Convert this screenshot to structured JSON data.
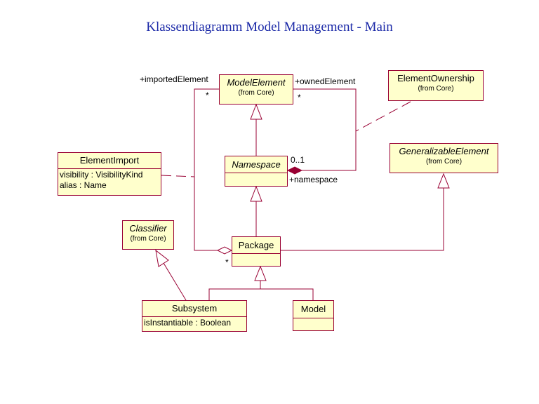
{
  "title": "Klassendiagramm Model Management - Main",
  "colors": {
    "box_fill": "#ffffcc",
    "line": "#990033",
    "title": "#1c2aa8"
  },
  "classes": {
    "model_element": {
      "name": "ModelElement",
      "from": "(from Core)"
    },
    "element_ownership": {
      "name": "ElementOwnership",
      "from": "(from Core)"
    },
    "element_import": {
      "name": "ElementImport",
      "attr1": "visibility : VisibilityKind",
      "attr2": "alias : Name"
    },
    "namespace": {
      "name": "Namespace"
    },
    "generalizable_element": {
      "name": "GeneralizableElement",
      "from": "(from Core)"
    },
    "classifier": {
      "name": "Classifier",
      "from": "(from Core)"
    },
    "package": {
      "name": "Package"
    },
    "subsystem": {
      "name": "Subsystem",
      "attr1": "isInstantiable : Boolean"
    },
    "model": {
      "name": "Model"
    }
  },
  "labels": {
    "imported_element": "+importedElement",
    "imported_mult": "*",
    "owned_element": "+ownedElement",
    "owned_mult": "*",
    "namespace_mult": "0..1",
    "namespace_role": "+namespace",
    "package_mult": "*"
  }
}
